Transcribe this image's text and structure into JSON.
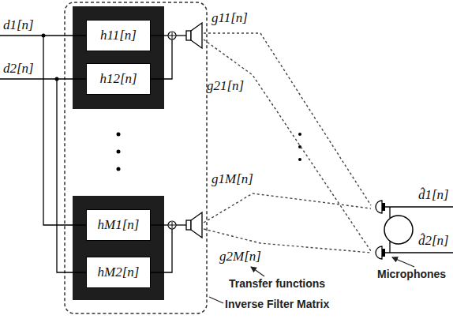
{
  "diagram": {
    "nodes": [
      {
        "text": [
          "h11[n]"
        ]
      },
      {
        "text": [
          "h12[n]"
        ]
      },
      {
        "text": [
          "hM1[n]"
        ]
      },
      {
        "text": [
          "hM2[n]"
        ]
      }
    ],
    "labels": [
      "d1[n]",
      "d2[n]",
      "g11[n]",
      "g21[n]",
      "g1M[n]",
      "g2M[n]",
      "d̂1[n]",
      "d̂2[n]",
      "Microphones",
      "Transfer functions",
      "Inverse Filter Matrix"
    ]
  }
}
